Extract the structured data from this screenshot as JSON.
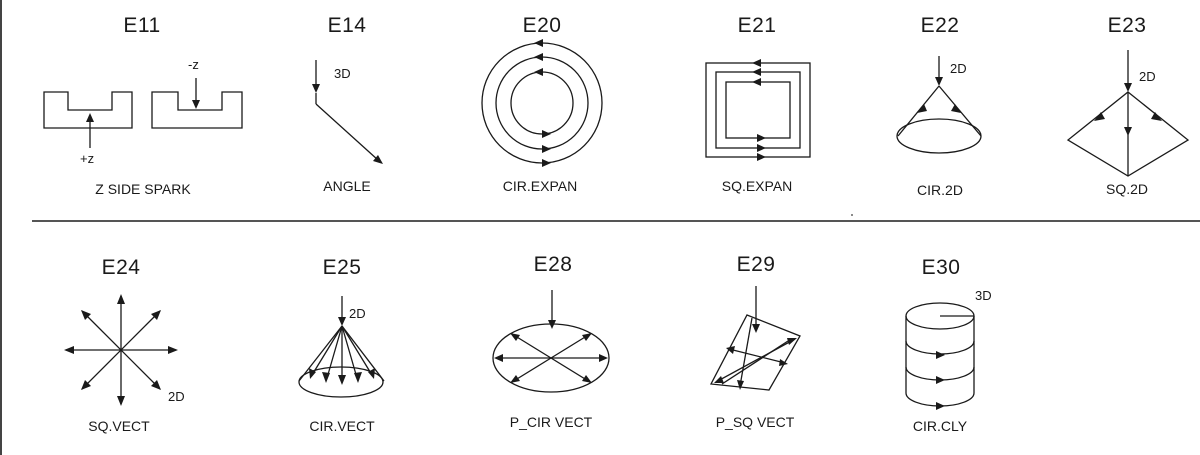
{
  "cells": {
    "e11": {
      "code": "E11",
      "label": "Z SIDE SPARK",
      "tag_top": "-z",
      "tag_bottom": "+z"
    },
    "e14": {
      "code": "E14",
      "label": "ANGLE",
      "tag": "3D"
    },
    "e20": {
      "code": "E20",
      "label": "CIR.EXPAN"
    },
    "e21": {
      "code": "E21",
      "label": "SQ.EXPAN"
    },
    "e22": {
      "code": "E22",
      "label": "CIR.2D",
      "tag": "2D"
    },
    "e23": {
      "code": "E23",
      "label": "SQ.2D",
      "tag": "2D"
    },
    "e24": {
      "code": "E24",
      "label": "SQ.VECT",
      "tag": "2D"
    },
    "e25": {
      "code": "E25",
      "label": "CIR.VECT",
      "tag": "2D"
    },
    "e28": {
      "code": "E28",
      "label": "P_CIR VECT"
    },
    "e29": {
      "code": "E29",
      "label": "P_SQ VECT"
    },
    "e30": {
      "code": "E30",
      "label": "CIR.CLY",
      "tag": "3D"
    }
  },
  "icons": {
    "e11": "z-side-spark-icon",
    "e14": "angle-path-icon",
    "e20": "circle-expansion-icon",
    "e21": "square-expansion-icon",
    "e22": "cone-2d-icon",
    "e23": "pyramid-2d-icon",
    "e24": "radial-vectors-icon",
    "e25": "cone-vectors-icon",
    "e28": "ellipse-vectors-icon",
    "e29": "parallelogram-vectors-icon",
    "e30": "cylinder-spiral-icon"
  },
  "colors": {
    "ink": "#1a1a1a",
    "rule": "#555555",
    "background": "#ffffff"
  }
}
